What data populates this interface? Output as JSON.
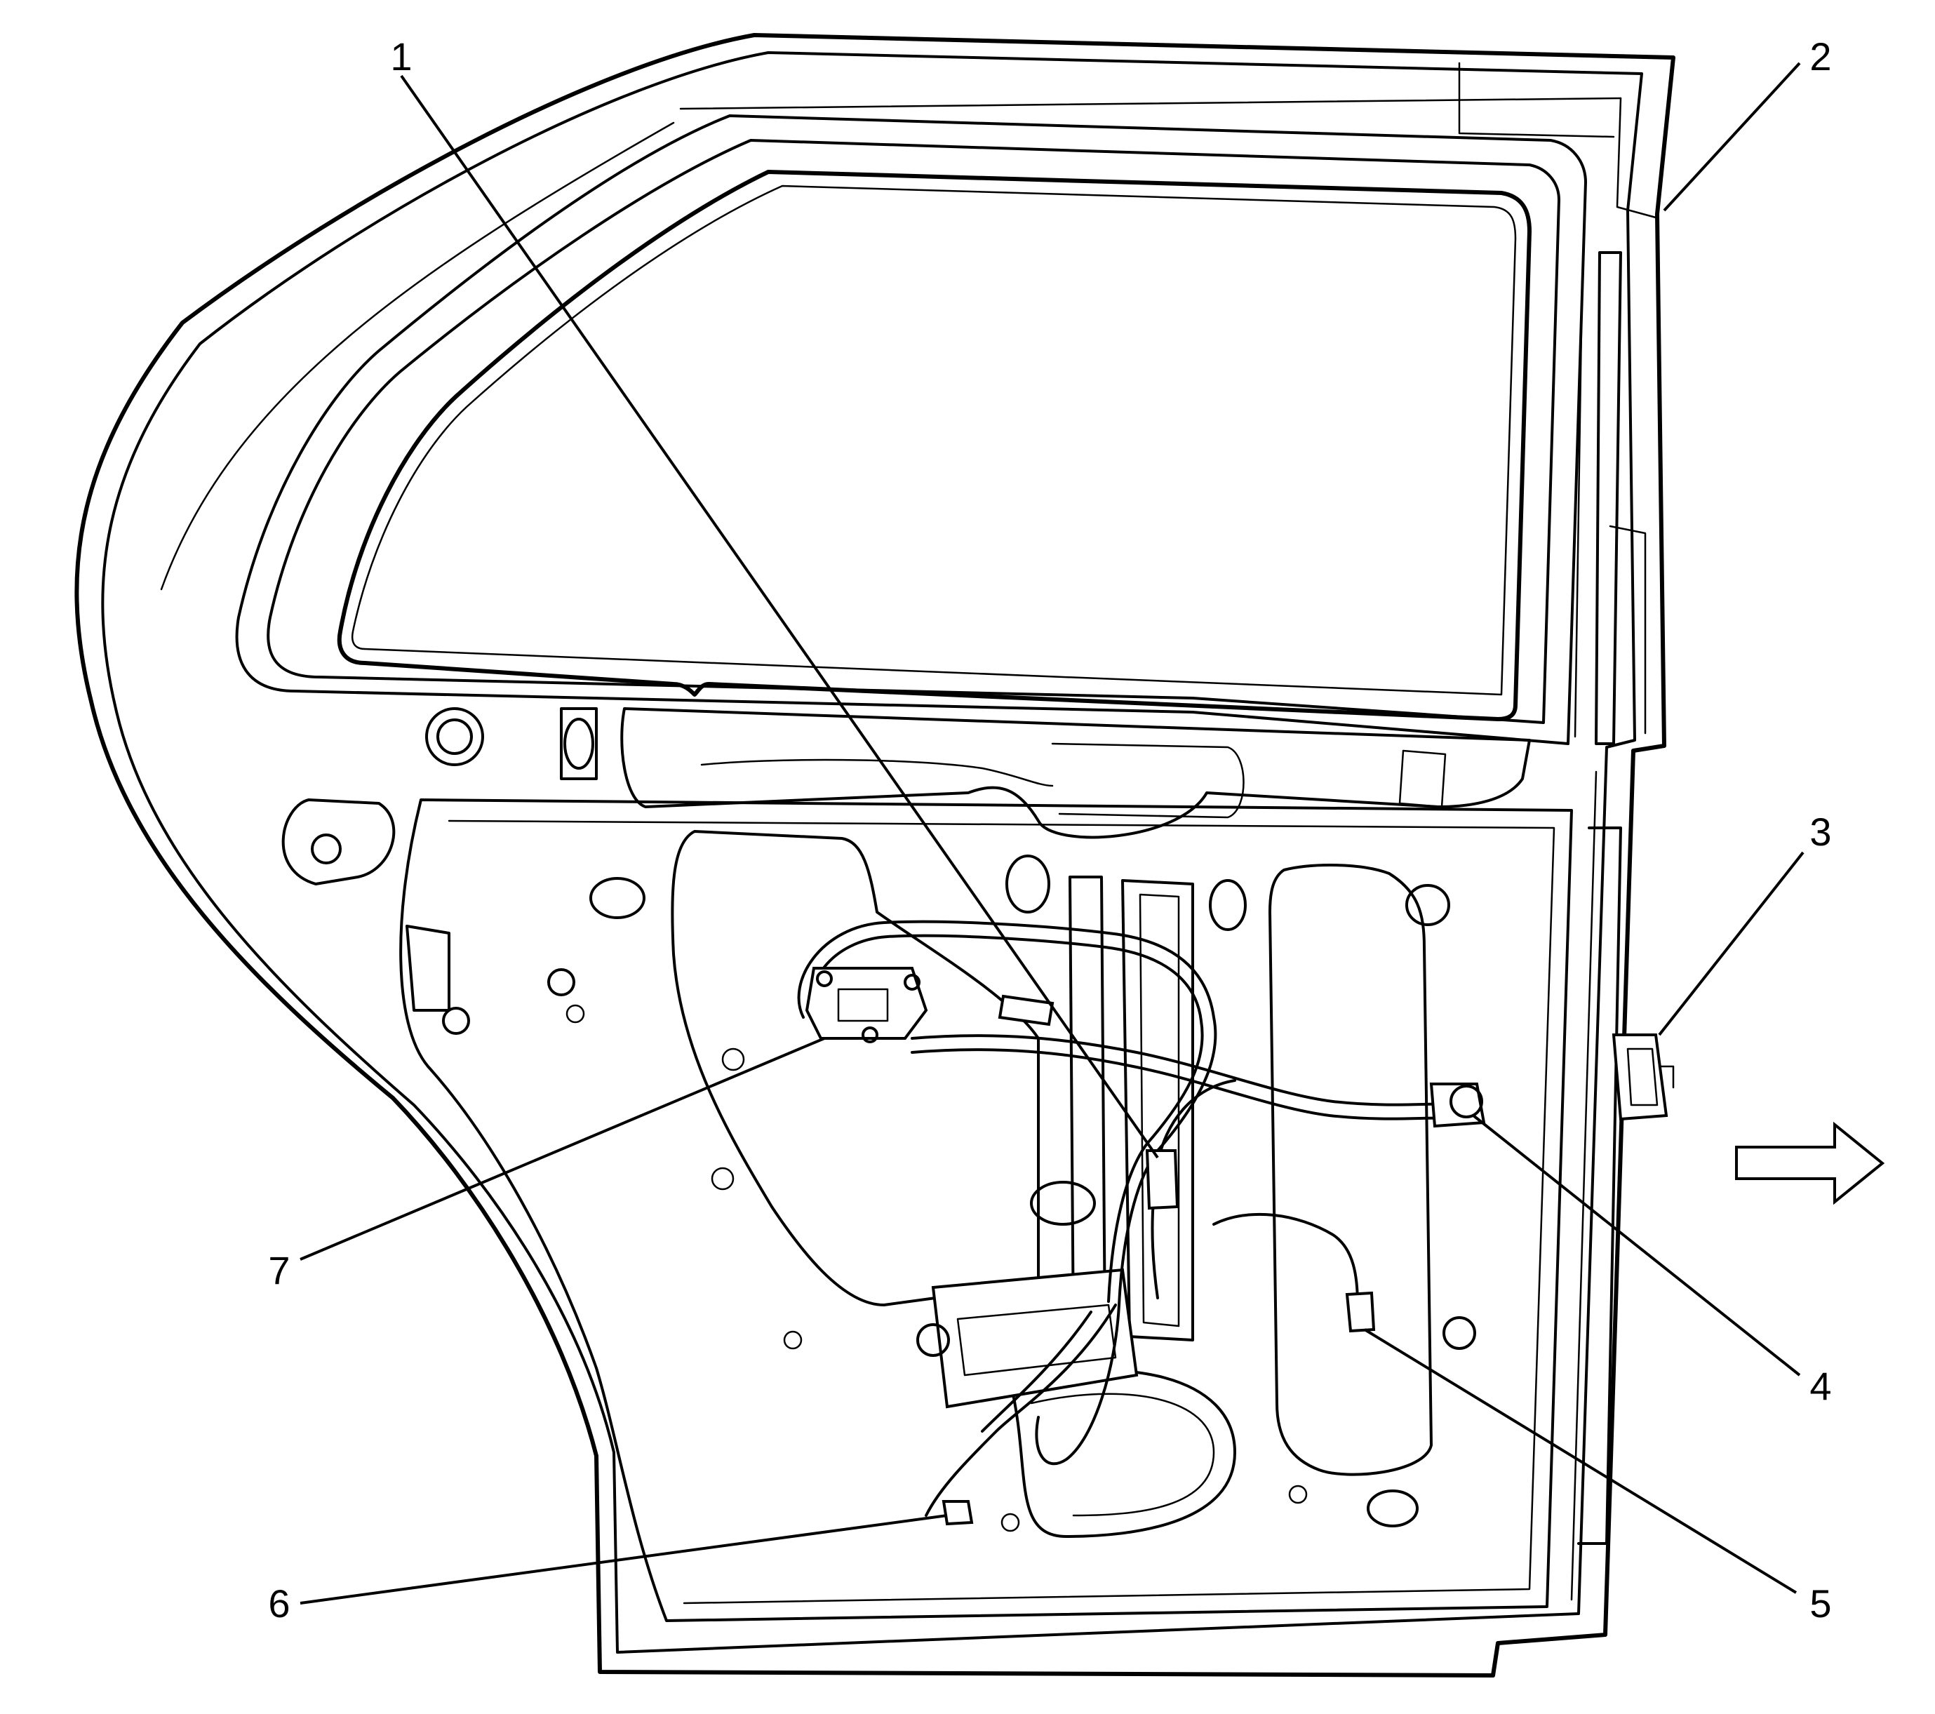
{
  "callouts": [
    {
      "id": "1",
      "label": "1"
    },
    {
      "id": "2",
      "label": "2"
    },
    {
      "id": "3",
      "label": "3"
    },
    {
      "id": "4",
      "label": "4"
    },
    {
      "id": "5",
      "label": "5"
    },
    {
      "id": "6",
      "label": "6"
    },
    {
      "id": "7",
      "label": "7"
    }
  ],
  "icons": {
    "direction_arrow": "arrow-right-icon"
  }
}
